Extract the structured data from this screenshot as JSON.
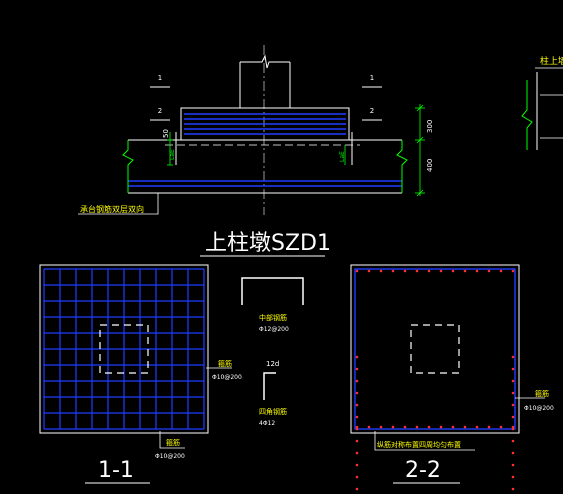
{
  "colors": {
    "background": "#000000",
    "outline": "#ffffff",
    "rebar": "#1f3dff",
    "dimension": "#00ff00",
    "label": "#ffff00"
  },
  "elevation": {
    "section_mark_top_left": "1",
    "section_mark_mid_left": "2",
    "section_mark_top_right": "1",
    "section_mark_mid_right": "2",
    "dim_50": "50",
    "lae_left": "LaE",
    "lae_right": "LaE",
    "dim_300": "300",
    "dim_400": "400",
    "bottom_note": "承台钢筋双层双向"
  },
  "title_main": "上柱墩SZD1",
  "partial_label": "柱上墙",
  "plan_1": {
    "right_label": "箍筋",
    "right_spec": "Φ10@200",
    "bottom_label": "箍筋",
    "bottom_spec": "Φ10@200",
    "caption": "1-1"
  },
  "middle": {
    "label_1": "中部钢筋",
    "spec_1": "Φ12@200",
    "dim_12d": "12d",
    "label_2": "四角钢筋",
    "spec_2": "4Φ12"
  },
  "plan_2": {
    "right_label": "箍筋",
    "right_spec": "Φ10@200",
    "bottom_note": "纵筋对称布置四周均匀布置",
    "caption": "2-2"
  }
}
